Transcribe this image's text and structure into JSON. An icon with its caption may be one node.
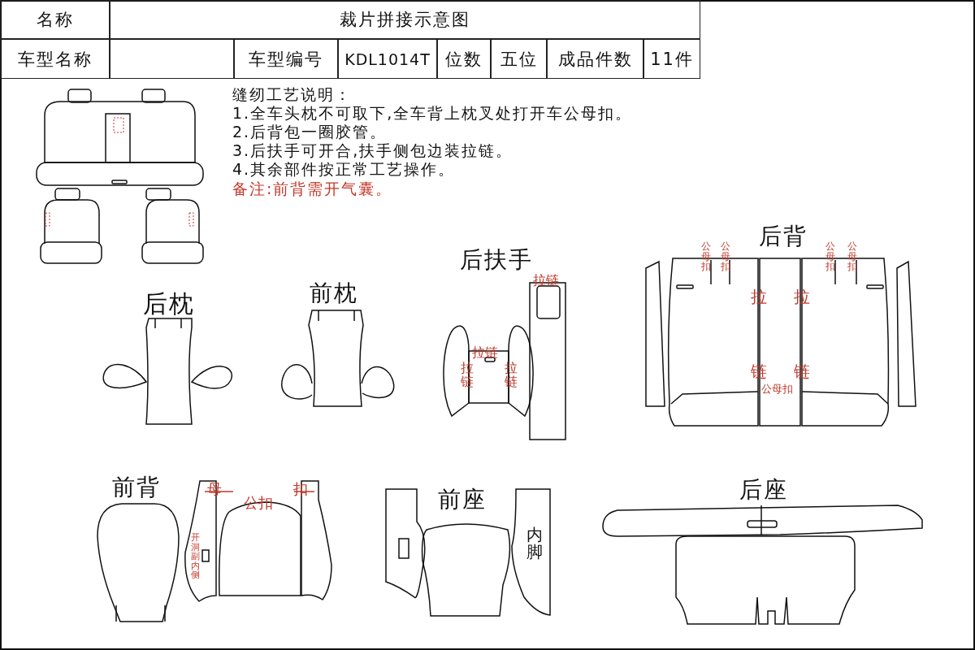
{
  "diagram": {
    "labels": [
      "名称",
      "裁片拼接示意图",
      "车型名称",
      "车型编号",
      "KDL1014T",
      "位数",
      "五位",
      "成品件数",
      "11件",
      "缝纫工艺说明：",
      "1.全车头枕不可取下,全车背上枕叉处打开车公母扣。",
      "2.后背包一圈胶管。",
      "3.后扶手可开合,扶手侧包边装拉链。",
      "4.其余部件按正常工艺操作。",
      "备注:前背需开气囊。",
      "后扶手",
      "后背",
      "后枕",
      "前枕",
      "前背",
      "前座",
      "后座",
      "拉链",
      "拉链",
      "拉链",
      "拉链",
      "公母扣",
      "公母扣",
      "公母扣",
      "公母扣",
      "拉",
      "拉",
      "链",
      "链",
      "公母扣",
      "母",
      "公扣",
      "扣",
      "开洞副内侧",
      "内脚"
    ]
  }
}
